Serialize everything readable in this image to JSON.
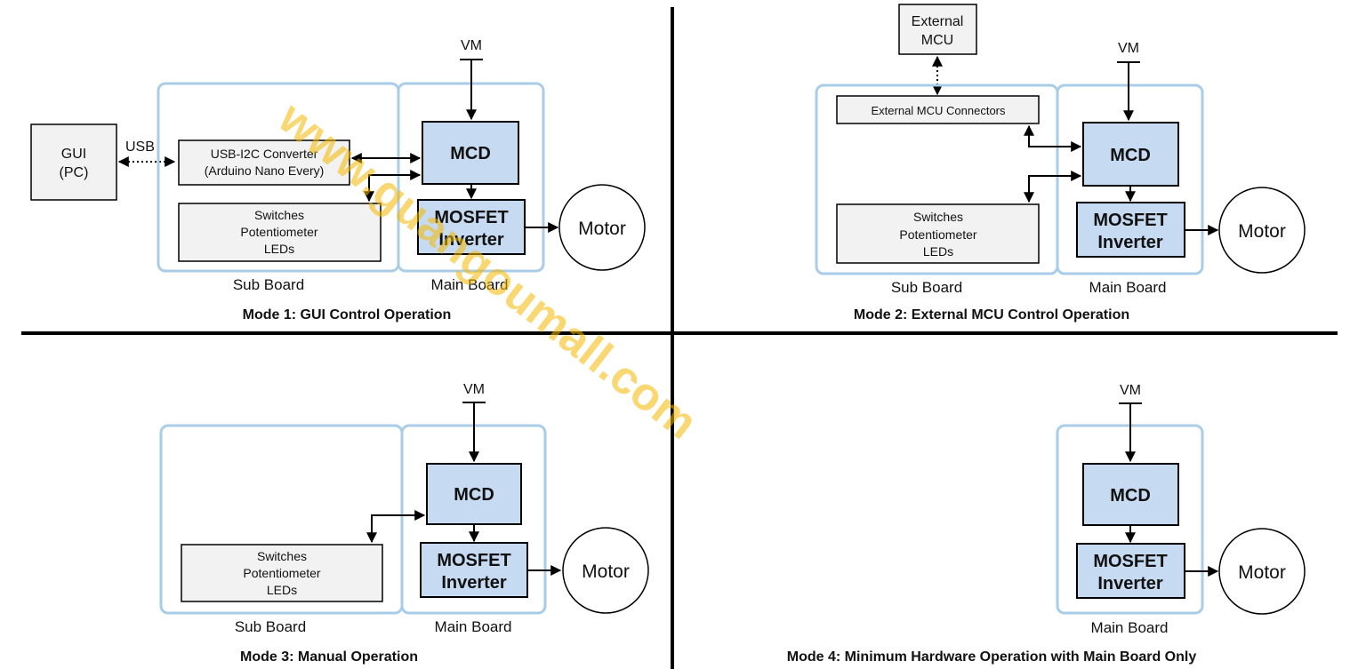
{
  "labels": {
    "vm": "VM",
    "mcd": "MCD",
    "mosfet_line1": "MOSFET",
    "mosfet_line2": "Inverter",
    "motor": "Motor",
    "sub_board": "Sub Board",
    "main_board": "Main Board",
    "switches_line1": "Switches",
    "switches_line2": "Potentiometer",
    "switches_line3": "LEDs"
  },
  "mode1": {
    "title": "Mode 1: GUI Control Operation",
    "gui_line1": "GUI",
    "gui_line2": "(PC)",
    "usb": "USB",
    "converter_line1": "USB-I2C Converter",
    "converter_line2": "(Arduino Nano Every)"
  },
  "mode2": {
    "title": "Mode 2: External MCU Control Operation",
    "ext_mcu_line1": "External",
    "ext_mcu_line2": "MCU",
    "connectors": "External MCU Connectors"
  },
  "mode3": {
    "title": "Mode 3: Manual Operation"
  },
  "mode4": {
    "title": "Mode 4: Minimum Hardware Operation with Main Board Only"
  },
  "watermark": "www.guangoumall.com"
}
